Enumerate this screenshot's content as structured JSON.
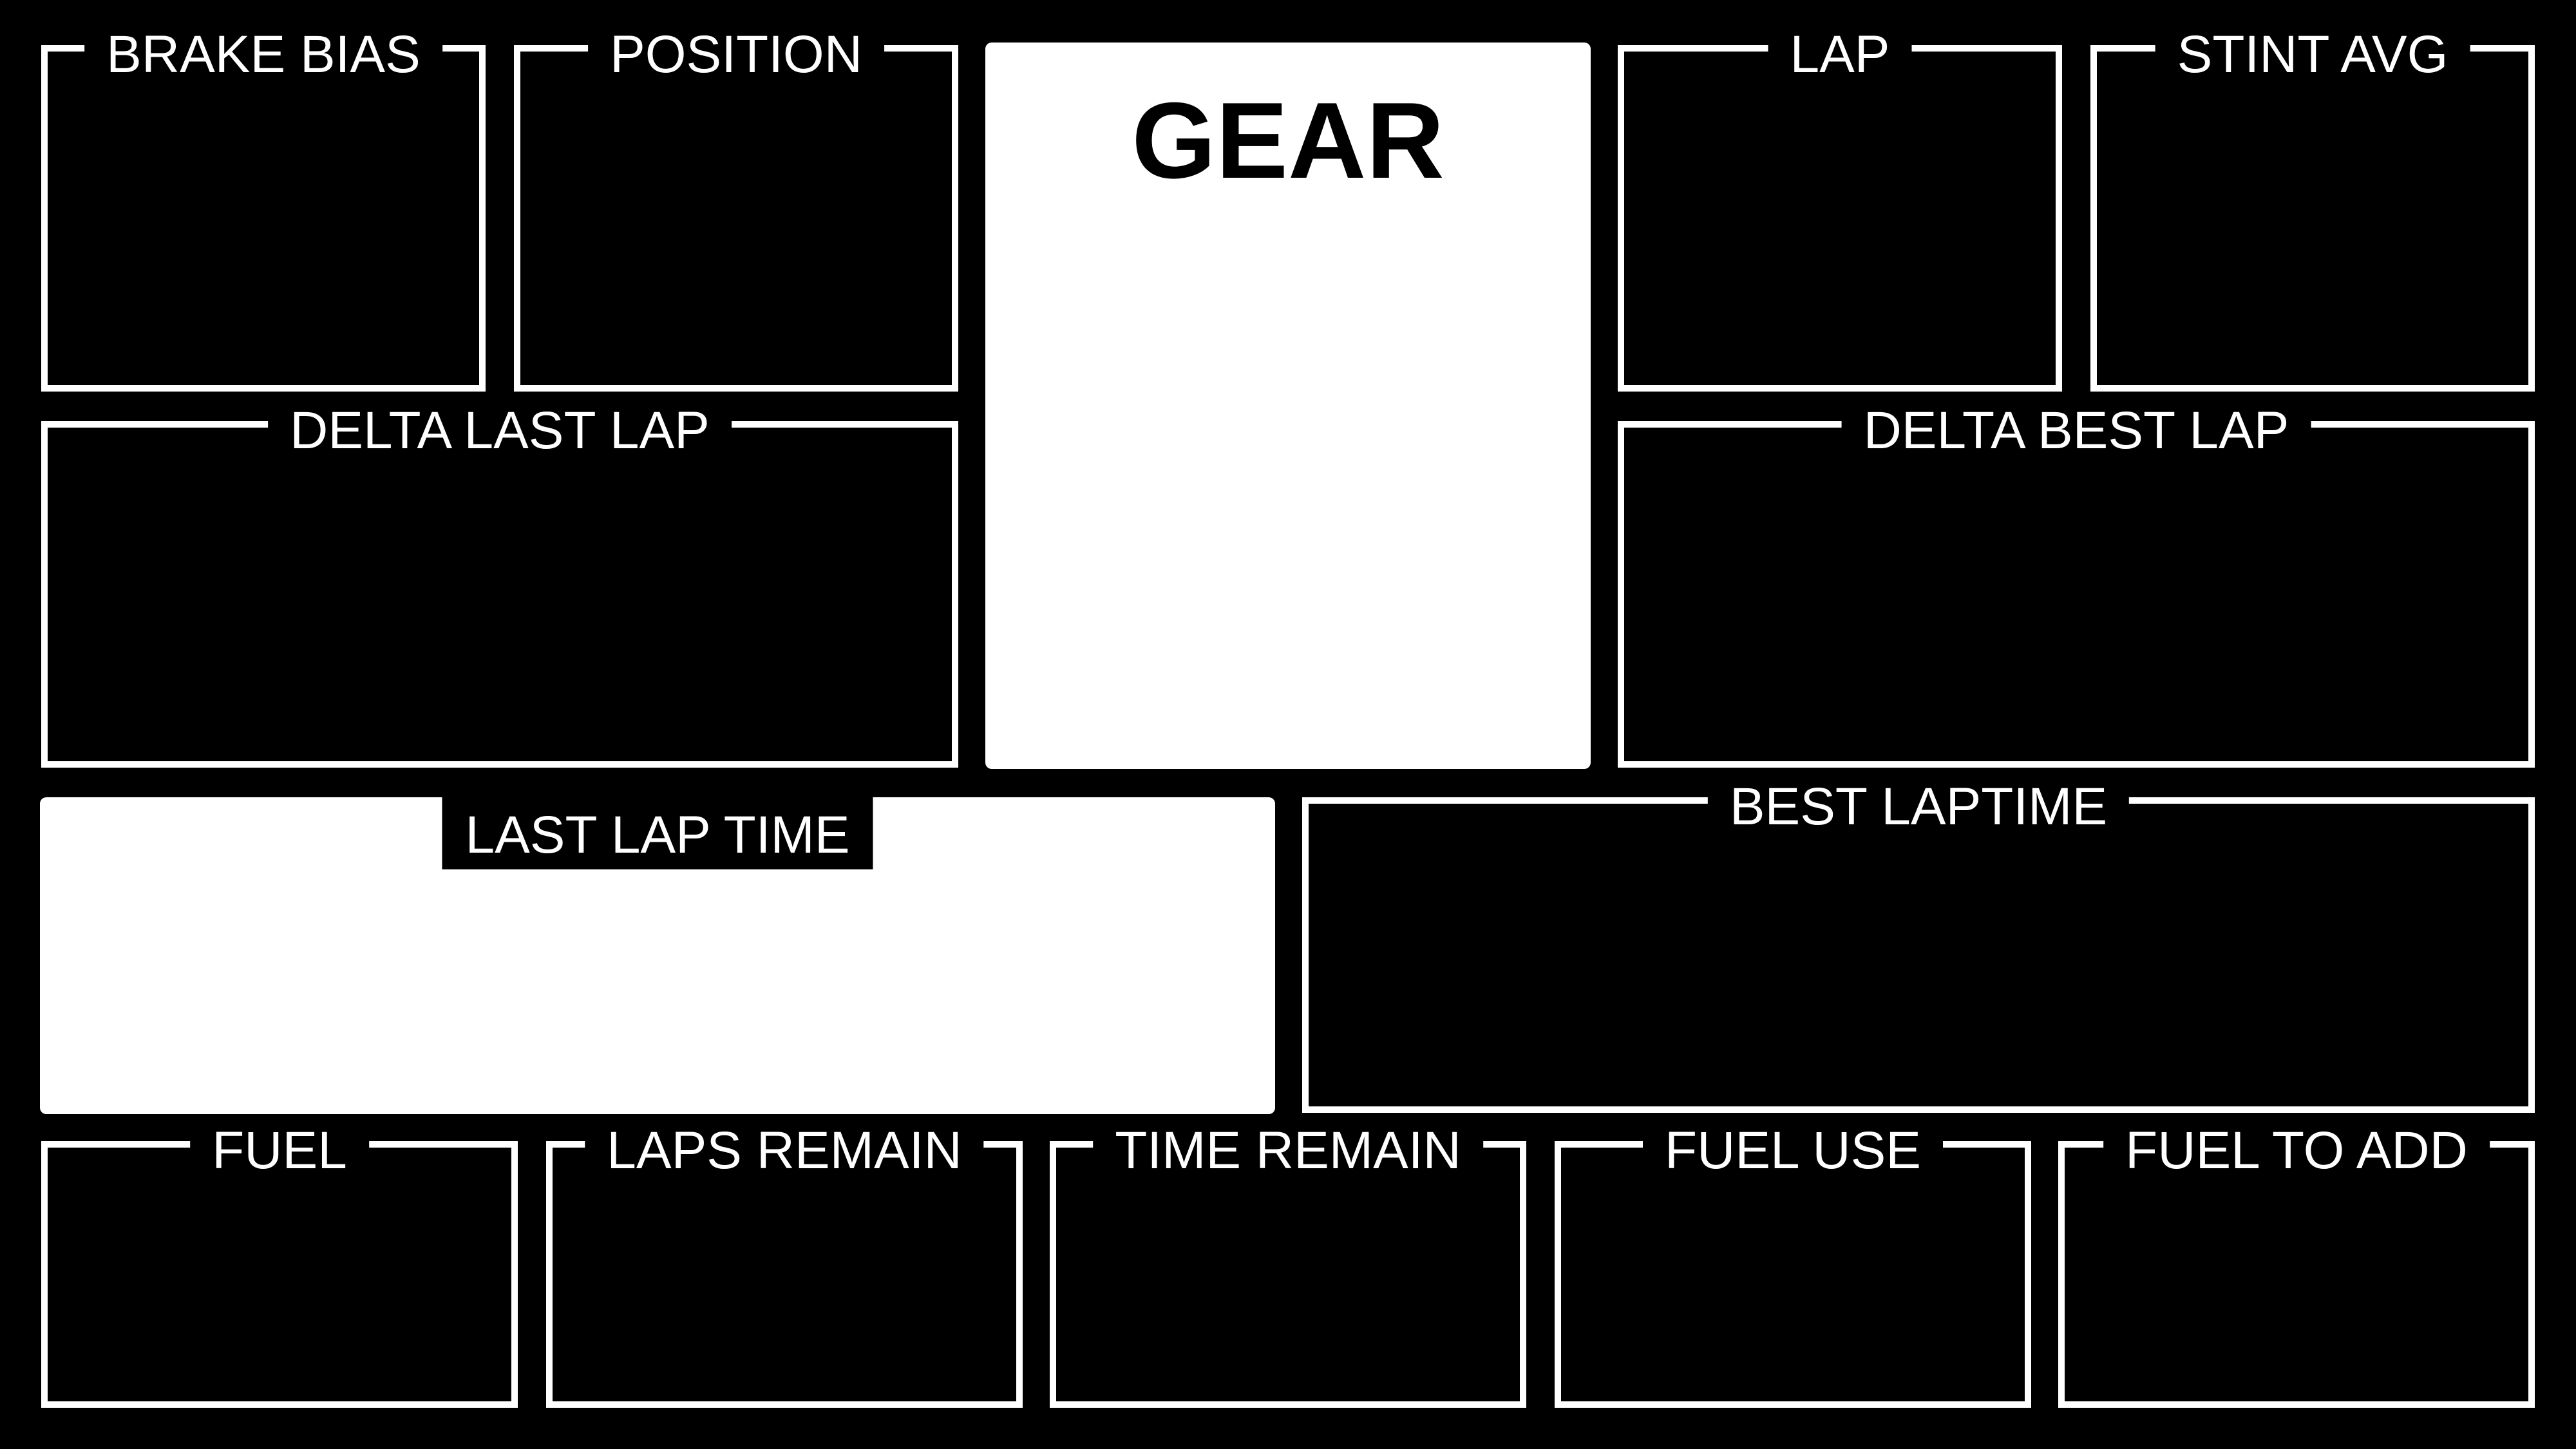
{
  "dashboard": {
    "panels": {
      "brake_bias": "BRAKE BIAS",
      "position": "POSITION",
      "gear": "GEAR",
      "lap": "LAP",
      "stint_avg": "STINT AVG",
      "delta_last_lap": "DELTA LAST LAP",
      "delta_best_lap": "DELTA BEST LAP",
      "last_lap_time": "LAST LAP TIME",
      "best_laptime": "BEST LAPTIME",
      "fuel": "FUEL",
      "laps_remain": "LAPS REMAIN",
      "time_remain": "TIME REMAIN",
      "fuel_use": "FUEL USE",
      "fuel_to_add": "FUEL TO ADD"
    },
    "colors": {
      "background": "#000000",
      "frame": "#ffffff",
      "highlight": "#ffffff"
    }
  }
}
